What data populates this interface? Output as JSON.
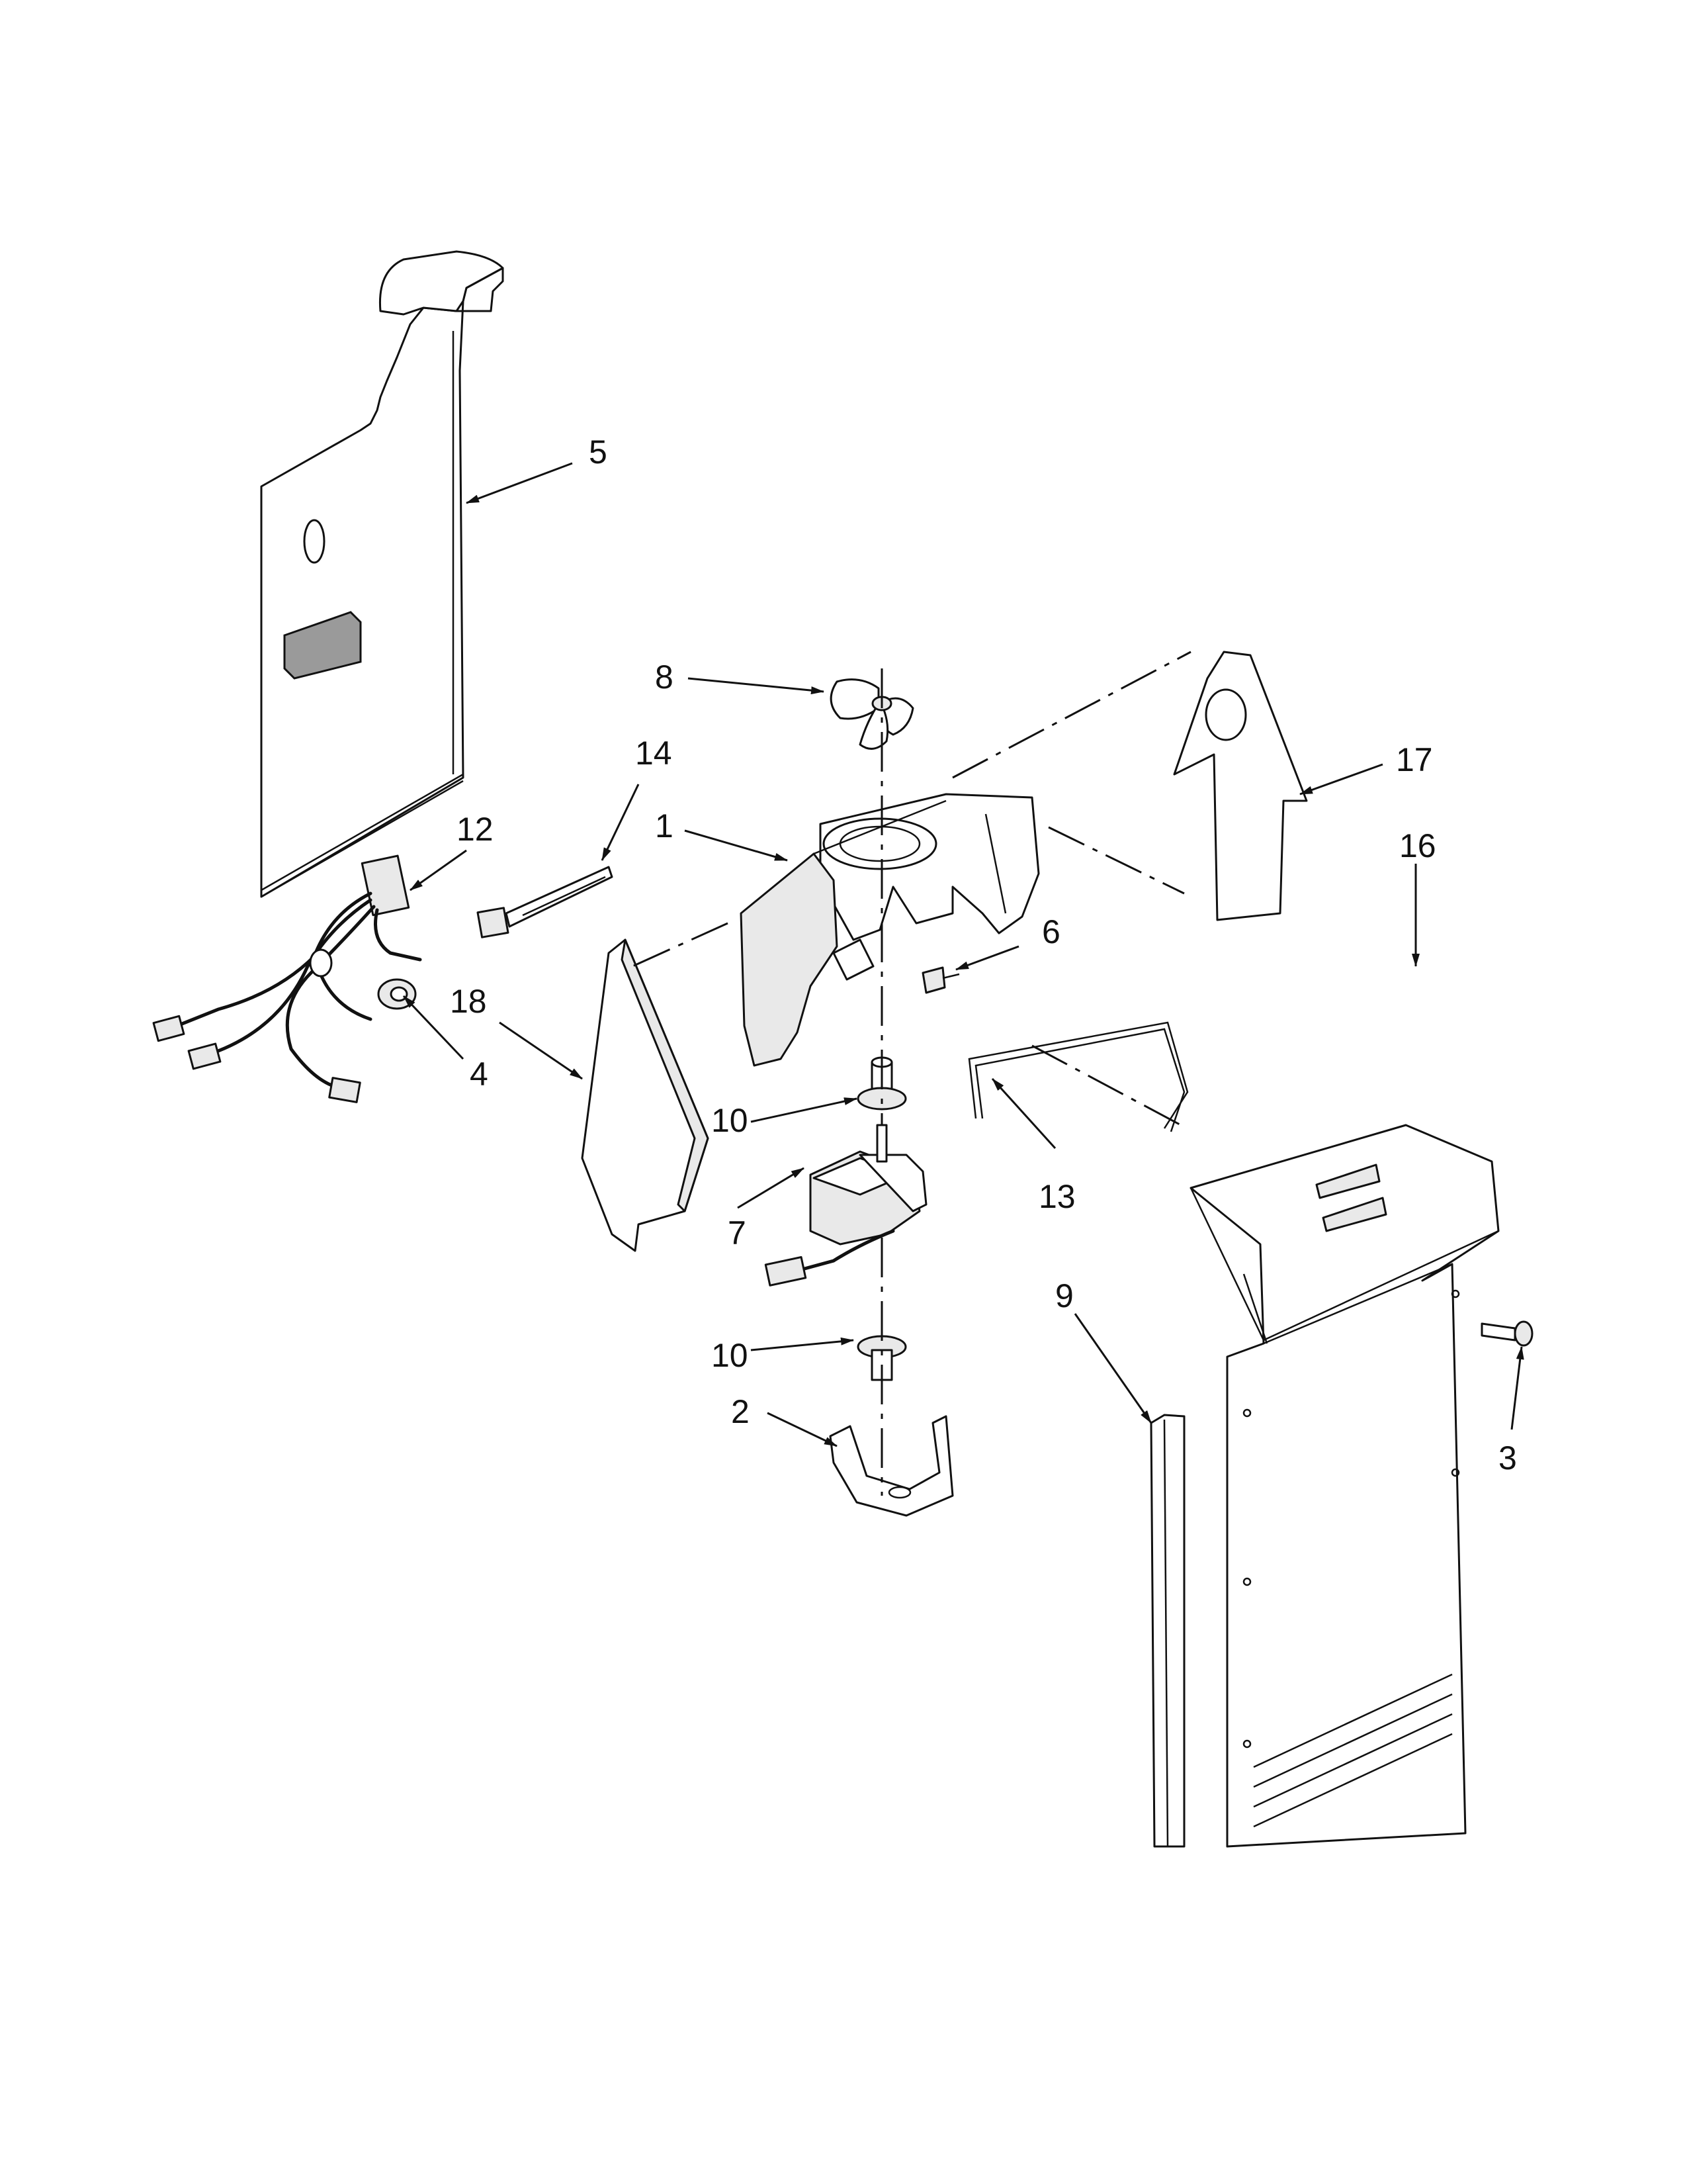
{
  "callouts": {
    "c1": "1",
    "c2": "2",
    "c3": "3",
    "c4": "4",
    "c5": "5",
    "c6": "6",
    "c7": "7",
    "c8": "8",
    "c9": "9",
    "c10a": "10",
    "c10b": "10",
    "c12": "12",
    "c13": "13",
    "c14": "14",
    "c16": "16",
    "c17": "17",
    "c18": "18"
  }
}
